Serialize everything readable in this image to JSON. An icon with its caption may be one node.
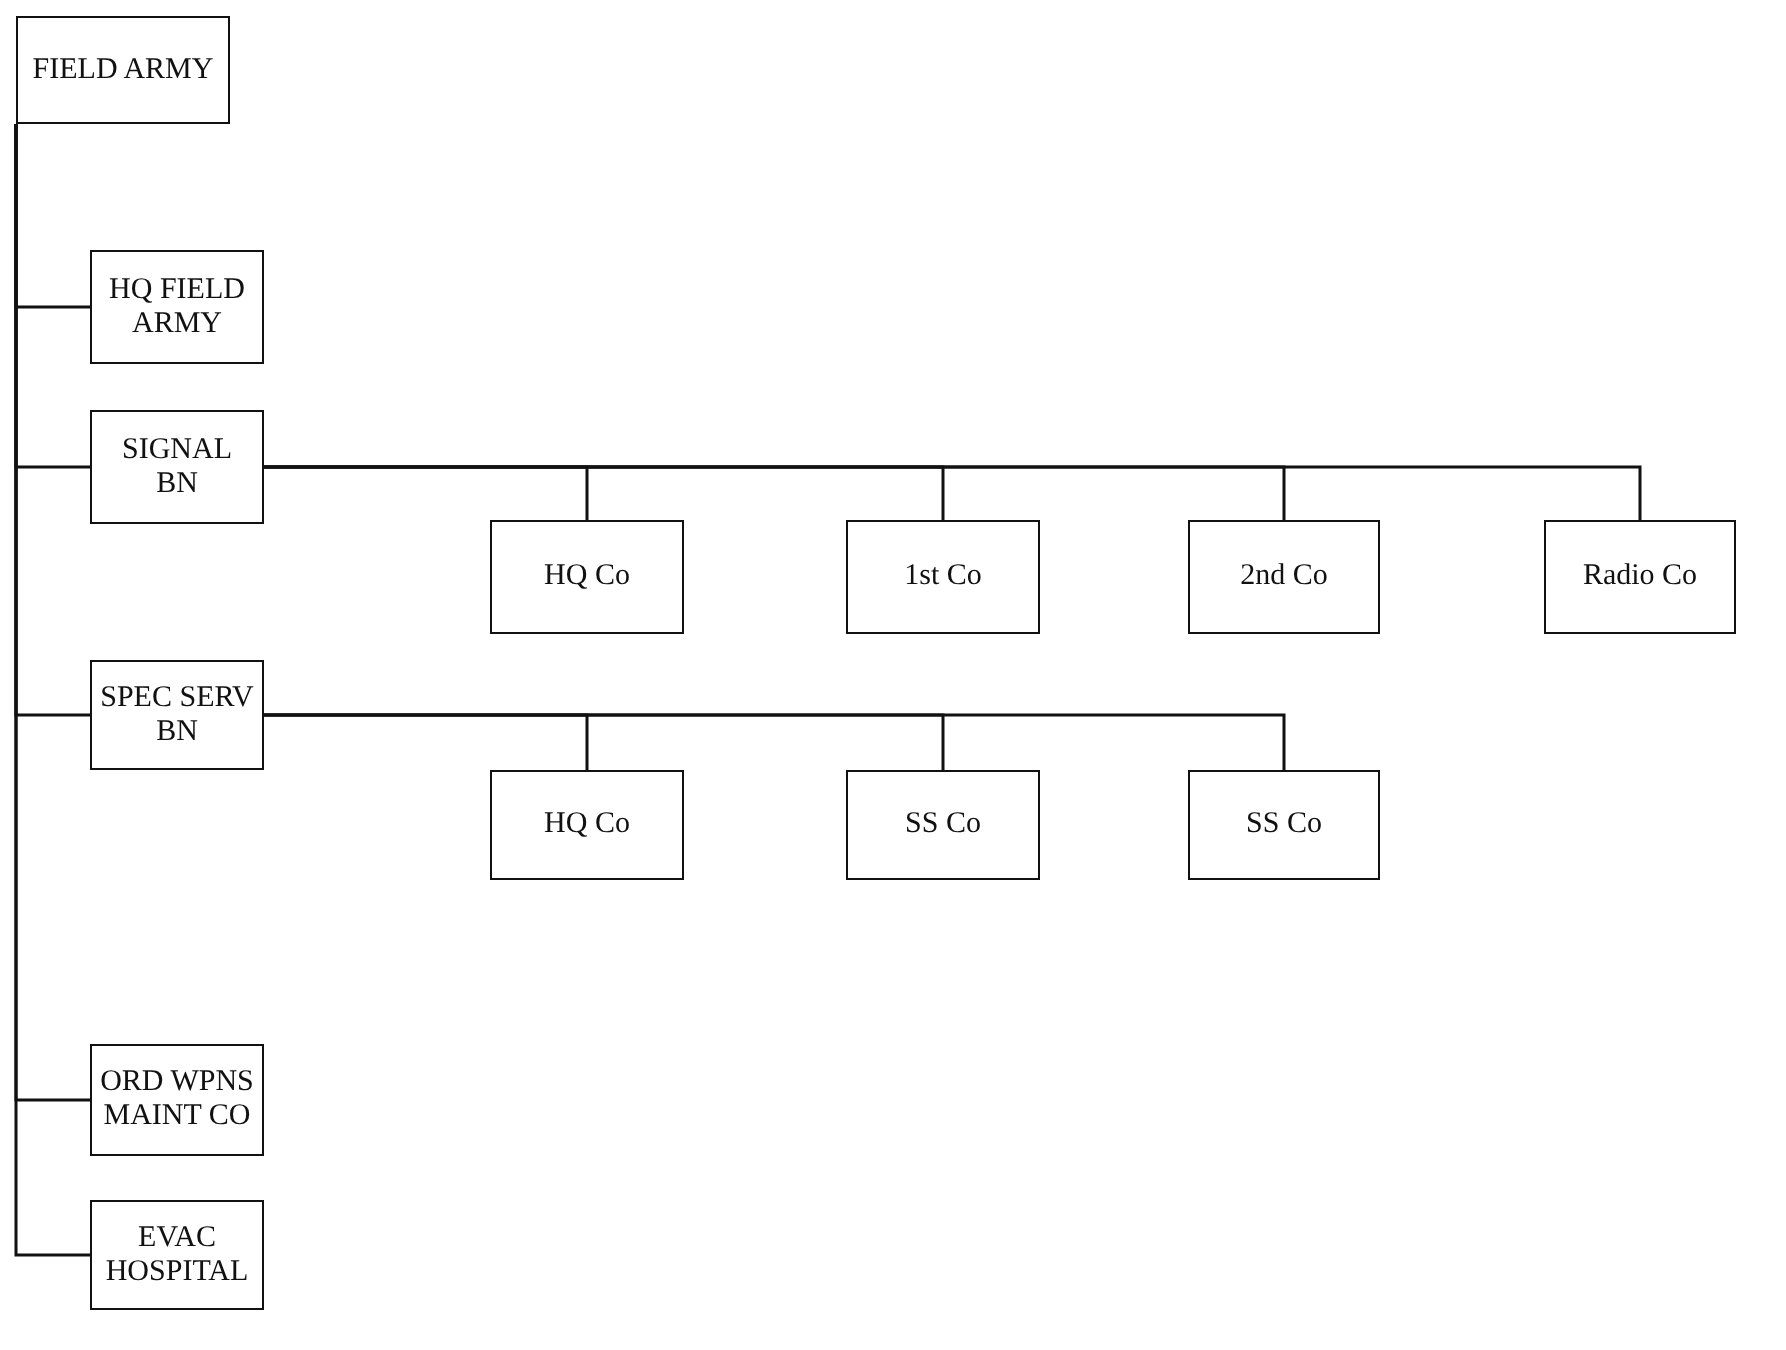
{
  "diagram": {
    "nodes": [
      {
        "text": [
          "FIELD ARMY"
        ]
      },
      {
        "text": [
          "HQ FIELD ARMY"
        ]
      },
      {
        "text": [
          "SIGNAL BN"
        ]
      },
      {
        "text": [
          "HQ Co"
        ]
      },
      {
        "text": [
          "1st Co"
        ]
      },
      {
        "text": [
          "2nd Co"
        ]
      },
      {
        "text": [
          "Radio Co"
        ]
      },
      {
        "text": [
          "SPEC SERV BN"
        ]
      },
      {
        "text": [
          "HQ Co"
        ]
      },
      {
        "text": [
          "SS Co"
        ]
      },
      {
        "text": [
          "SS Co"
        ]
      },
      {
        "text": [
          "ORD WPNS MAINT CO"
        ]
      },
      {
        "text": [
          "EVAC HOSPITAL"
        ]
      }
    ],
    "edges": [
      {
        "from": 0,
        "to": 1,
        "arrow": "none"
      },
      {
        "from": 0,
        "to": 2,
        "arrow": "none"
      },
      {
        "from": 0,
        "to": 7,
        "arrow": "none"
      },
      {
        "from": 0,
        "to": 11,
        "arrow": "none"
      },
      {
        "from": 0,
        "to": 12,
        "arrow": "none"
      },
      {
        "from": 2,
        "to": 3,
        "arrow": "none"
      },
      {
        "from": 2,
        "to": 4,
        "arrow": "none"
      },
      {
        "from": 2,
        "to": 5,
        "arrow": "none"
      },
      {
        "from": 2,
        "to": 6,
        "arrow": "none"
      },
      {
        "from": 7,
        "to": 8,
        "arrow": "none"
      },
      {
        "from": 7,
        "to": 9,
        "arrow": "none"
      },
      {
        "from": 7,
        "to": 10,
        "arrow": "none"
      }
    ]
  }
}
